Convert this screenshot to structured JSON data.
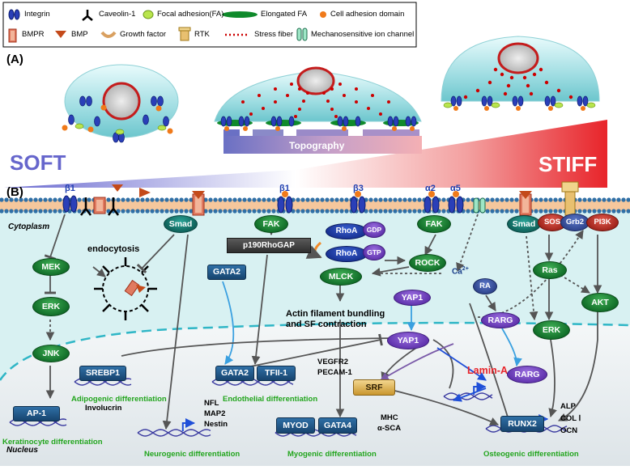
{
  "legend": {
    "integrin": "Integrin",
    "caveolin": "Caveolin-1",
    "focal_adhesion": "Focal adhesion(FA)",
    "elongated_fa": "Elongated FA",
    "cell_adhesion_domain": "Cell adhesion domain",
    "bmpr": "BMPR",
    "bmp": "BMP",
    "growth_factor": "Growth factor",
    "rtk": "RTK",
    "stress_fiber": "Stress fiber",
    "ion_channel": "Mechanosensitive ion channel"
  },
  "panel_a": {
    "label": "(A)",
    "soft": "SOFT",
    "stiff": "STIFF",
    "topography": "Topography"
  },
  "panel_b": {
    "label": "(B)",
    "cytoplasm": "Cytoplasm",
    "nucleus": "Nucleus",
    "endocytosis": "endocytosis",
    "actin_line1": "Actin filament bundling",
    "actin_line2": "and SF contraction",
    "ca": "Ca",
    "ca_sup": "2+",
    "integrin_labels": [
      "β1",
      "β1",
      "β3",
      "α2",
      "α5"
    ]
  },
  "nodes": {
    "smad1": "Smad",
    "fak1": "FAK",
    "rhoa_gdp": "RhoA",
    "gdp": "GDP",
    "rhoa_gtp": "RhoA",
    "gtp": "GTP",
    "fak2": "FAK",
    "smad2": "Smad",
    "sos": "SOS",
    "grb2": "Grb2",
    "pi3k": "PI3K",
    "p190": "p190RhoGAP",
    "mek": "MEK",
    "erk1": "ERK",
    "jnk": "JNK",
    "gata2_cyto": "GATA2",
    "rock": "ROCK",
    "mlck": "MLCK",
    "ras": "Ras",
    "ra": "RA",
    "yap1_cyto": "YAP1",
    "rarg_cyto": "RARG",
    "erk2": "ERK",
    "akt": "AKT",
    "srebp1": "SREBP1",
    "gata2_nuc": "GATA2",
    "tfii1": "TFII-1",
    "yap1_nuc": "YAP1",
    "lamin_a": "Lamin-A",
    "rarg_nuc": "RARG",
    "srf": "SRF",
    "ap1": "AP-1",
    "myod": "MYOD",
    "gata4": "GATA4",
    "runx2": "RUNX2"
  },
  "markers": {
    "involucrin": "Involucrin",
    "nfl": "NFL",
    "map2": "MAP2",
    "nestin": "Nestin",
    "vegfr2": "VEGFR2",
    "pecam1": "PECAM-1",
    "mhc": "MHC",
    "asca": "α-SCA",
    "alp": "ALP",
    "col": "COL Ⅰ",
    "ocn": "OCN"
  },
  "differentiation": {
    "adipogenic": "Adipogenic differentiation",
    "endothelial": "Endothelial differentiation",
    "keratinocyte": "Keratinocyte differentiation",
    "neurogenic": "Neurogenic differentiation",
    "myogenic": "Myogenic differentiation",
    "osteogenic": "Osteogenic differentiation"
  },
  "colors": {
    "soft_accent": "#6666cc",
    "stiff_accent": "#e8242a",
    "differentiation_text": "#22a51d",
    "cell_body": "#b9e8ec",
    "nucleus_fill": "#d9d9d9",
    "membrane": "#eaa36b"
  }
}
